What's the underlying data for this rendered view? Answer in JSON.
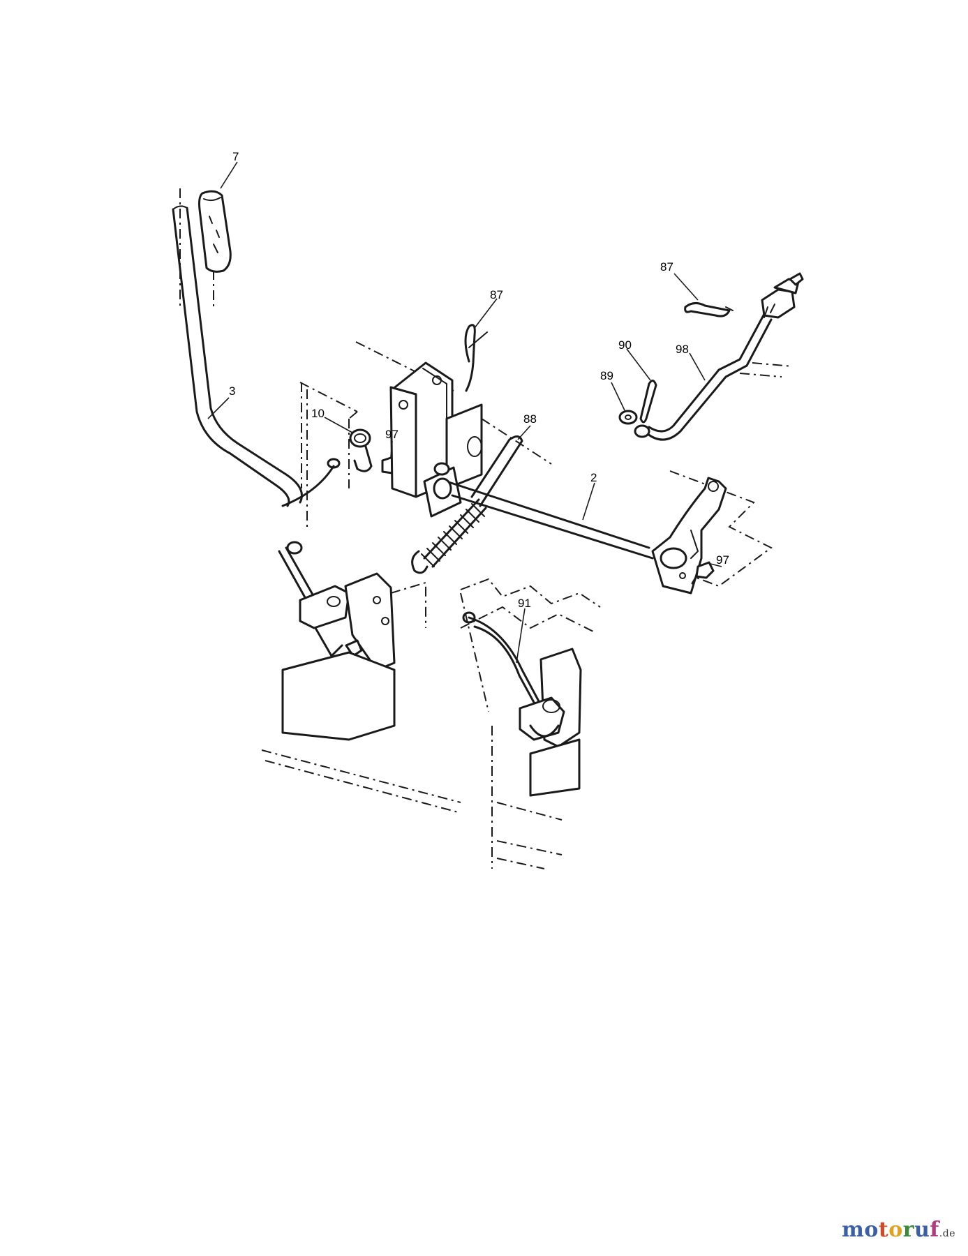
{
  "callouts": {
    "c7": "7",
    "c3": "3",
    "c10": "10",
    "c97a": "97",
    "c87a": "87",
    "c88": "88",
    "c2": "2",
    "c87b": "87",
    "c90": "90",
    "c98": "98",
    "c89": "89",
    "c97b": "97",
    "c91": "91"
  },
  "watermark": {
    "letters": [
      "m",
      "o",
      "t",
      "o",
      "r",
      "u",
      "f"
    ],
    "tld": ".de",
    "colors": [
      "#3a5fa8",
      "#3a5fa8",
      "#d04a2a",
      "#e0a020",
      "#3a8a3a",
      "#3a5fa8",
      "#b03a7a"
    ]
  }
}
